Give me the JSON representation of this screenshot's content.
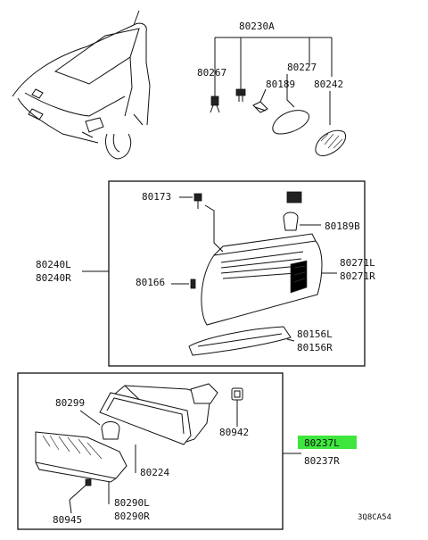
{
  "diagram": {
    "highlight_color": "#3ee63e",
    "labels": {
      "p80230A": "80230A",
      "p80267": "80267",
      "p80227": "80227",
      "p80189": "80189",
      "p80242": "80242",
      "p80173": "80173",
      "p80189B": "80189B",
      "p80240L": "80240L",
      "p80240R": "80240R",
      "p80271L": "80271L",
      "p80271R": "80271R",
      "p80166": "80166",
      "p80156L": "80156L",
      "p80156R": "80156R",
      "p80299": "80299",
      "p80942": "80942",
      "p80237L": "80237L",
      "p80237R": "80237R",
      "p80224": "80224",
      "p80290L": "80290L",
      "p80290R": "80290R",
      "p80945": "80945"
    },
    "drawing_code": "3Q8CA54"
  }
}
